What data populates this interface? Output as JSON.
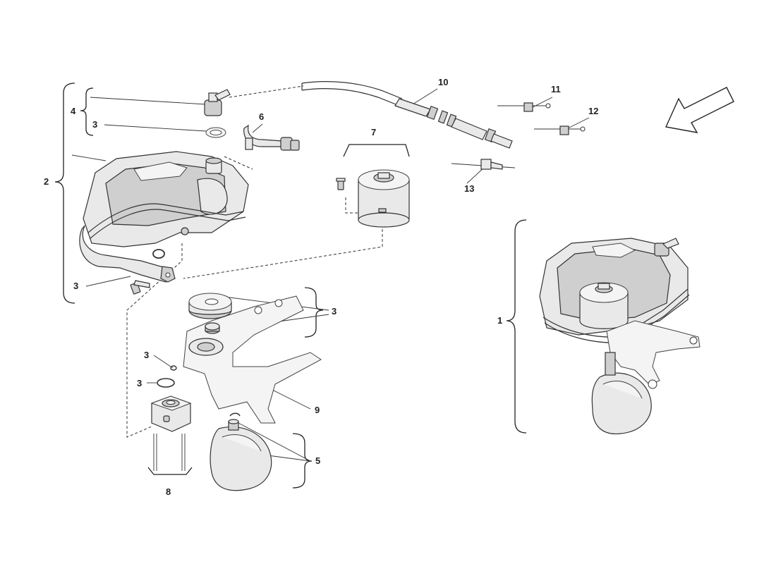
{
  "callouts": {
    "c1": "1",
    "c2": "2",
    "c3a": "3",
    "c3b": "3",
    "c3c": "3",
    "c3d": "3",
    "c3e": "3",
    "c4": "4",
    "c5": "5",
    "c6": "6",
    "c7": "7",
    "c8": "8",
    "c9": "9",
    "c10": "10",
    "c11": "11",
    "c12": "12",
    "c13": "13"
  },
  "icons": {
    "direction_arrow": "arrow-down-left-icon"
  }
}
